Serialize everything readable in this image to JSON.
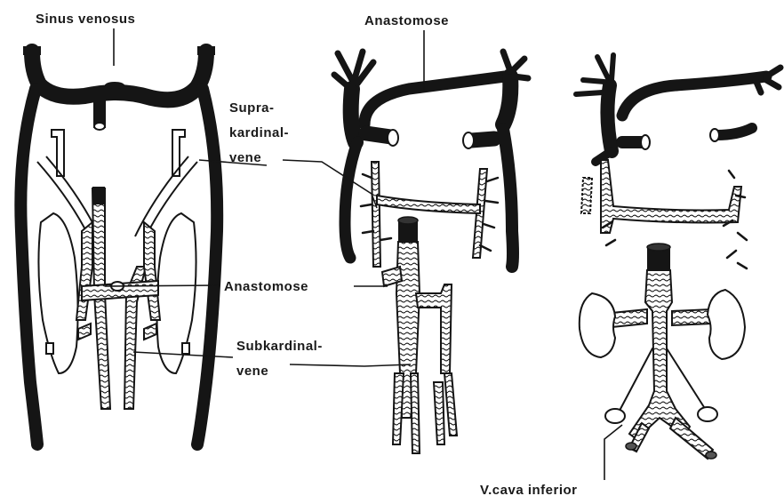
{
  "labels": {
    "sinus_venosus": "Sinus venosus",
    "anastomose_top": "Anastomose",
    "supra_line1": "Supra-",
    "supra_line2": "kardinal-",
    "supra_line3": "vene",
    "anastomose_mid": "Anastomose",
    "subk_line1": "Subkardinal-",
    "subk_line2": "vene",
    "vcava": "V.cava inferior"
  },
  "colors": {
    "ink": "#151515",
    "paper": "#ffffff"
  }
}
